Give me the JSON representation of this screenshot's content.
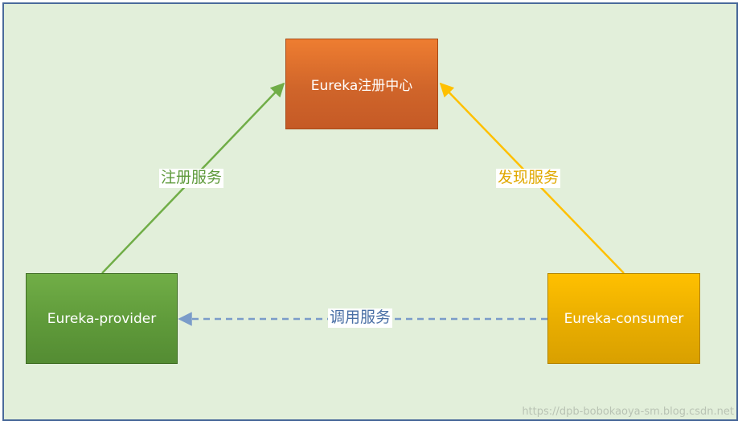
{
  "nodes": {
    "center": "Eureka注册中心",
    "provider": "Eureka-provider",
    "consumer": "Eureka-consumer"
  },
  "edges": {
    "register": "注册服务",
    "discover": "发现服务",
    "invoke": "调用服务"
  },
  "colors": {
    "background": "#e2efda",
    "center": "#d0652a",
    "provider": "#5f9a3a",
    "consumer": "#e8ad00",
    "invoke_line": "#7a9cc9"
  },
  "watermark": "https://dpb-bobokaoya-sm.blog.csdn.net"
}
